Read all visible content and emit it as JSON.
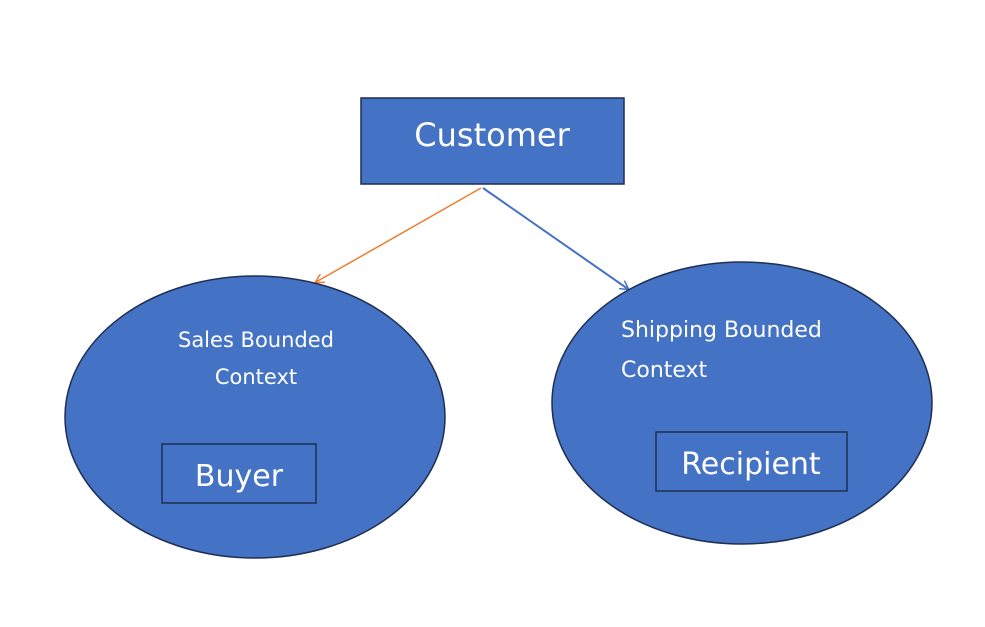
{
  "diagram": {
    "colors": {
      "node_fill": "#4472C4",
      "node_stroke": "#1F2F50",
      "text": "#FFFFFF",
      "arrow_sales": "#ED7D31",
      "arrow_shipping": "#4472C4",
      "background": "#FFFFFF"
    },
    "root": {
      "label": "Customer"
    },
    "contexts": [
      {
        "title_line1": "Sales Bounded",
        "title_line2": "Context",
        "entity": "Buyer"
      },
      {
        "title_line1": "Shipping Bounded",
        "title_line2": "Context",
        "entity": "Recipient"
      }
    ]
  }
}
